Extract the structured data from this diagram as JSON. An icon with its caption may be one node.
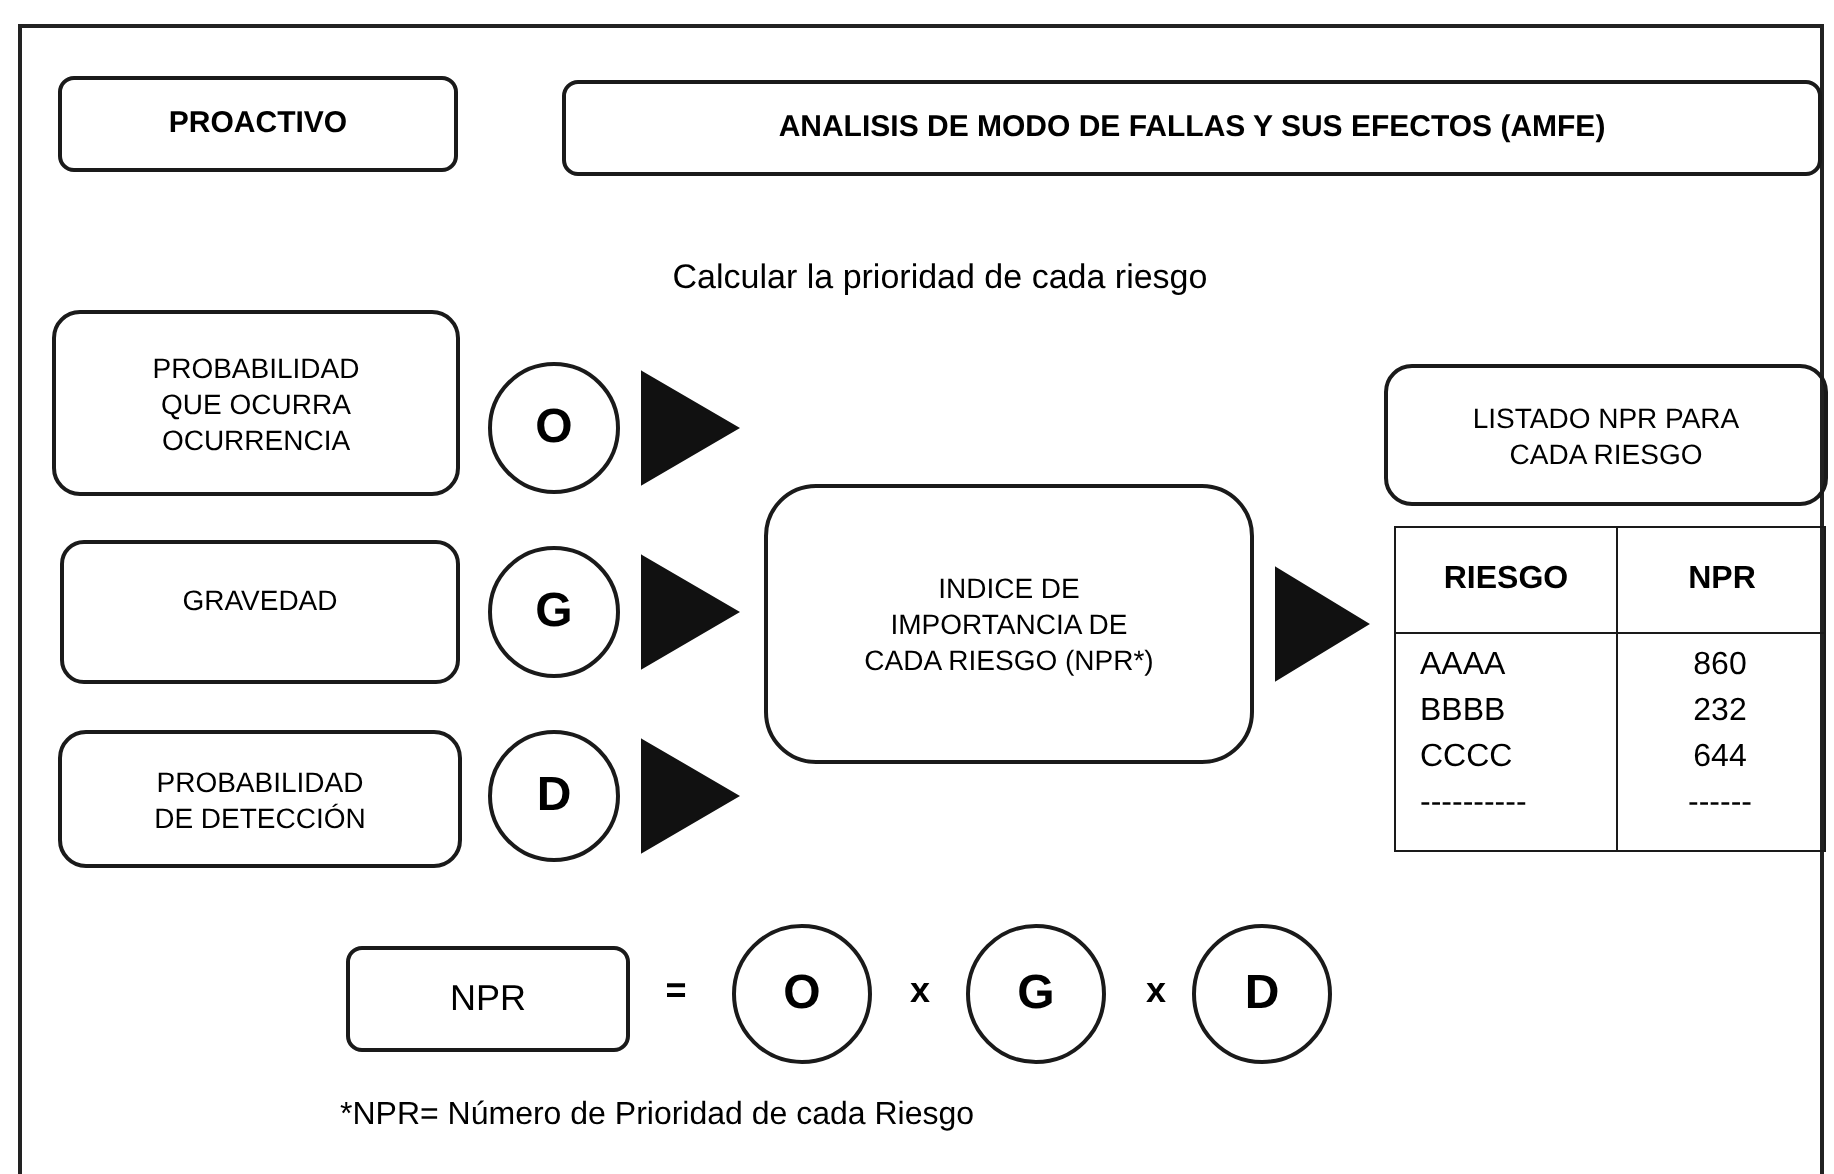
{
  "diagram": {
    "nodes": [
      {
        "text": [
          "PROACTIVO"
        ]
      },
      {
        "text": [
          "ANALISIS DE MODO DE FALLAS Y SUS EFECTOS (AMFE)"
        ]
      },
      {
        "text": [
          "PROBABILIDAD QUE OCURRA OCURRENCIA"
        ]
      },
      {
        "text": [
          "O"
        ]
      },
      {
        "text": [
          "GRAVEDAD"
        ]
      },
      {
        "text": [
          "G"
        ]
      },
      {
        "text": [
          "PROBABILIDAD DE DETECCIÓN"
        ]
      },
      {
        "text": [
          "D"
        ]
      },
      {
        "text": [
          "INDICE DE IMPORTANCIA DE CADA RIESGO (NPR*)"
        ]
      },
      {
        "text": [
          "LISTADO NPR PARA CADA RIESGO"
        ]
      },
      {
        "text": [],
        "shape": "box"
      },
      {
        "text": [
          "NPR"
        ]
      },
      {
        "text": [
          "O"
        ]
      },
      {
        "text": [
          "G"
        ]
      },
      {
        "text": [
          "D"
        ]
      }
    ],
    "edges": [
      {
        "from": 3,
        "to": 8,
        "arrow": "to"
      },
      {
        "from": 5,
        "to": 8,
        "arrow": "to"
      },
      {
        "from": 7,
        "to": 8,
        "arrow": "to"
      },
      {
        "from": 8,
        "to": 10,
        "arrow": "to"
      }
    ],
    "labels": [
      "Calcular la prioridad de cada riesgo",
      "RIESGO",
      "NPR",
      "AAAA",
      "860",
      "BBBB",
      "232",
      "CCCC",
      "644",
      "----------",
      "------",
      "=",
      "x",
      "x",
      "*NPR= Número de Prioridad de cada Riesgo"
    ]
  }
}
